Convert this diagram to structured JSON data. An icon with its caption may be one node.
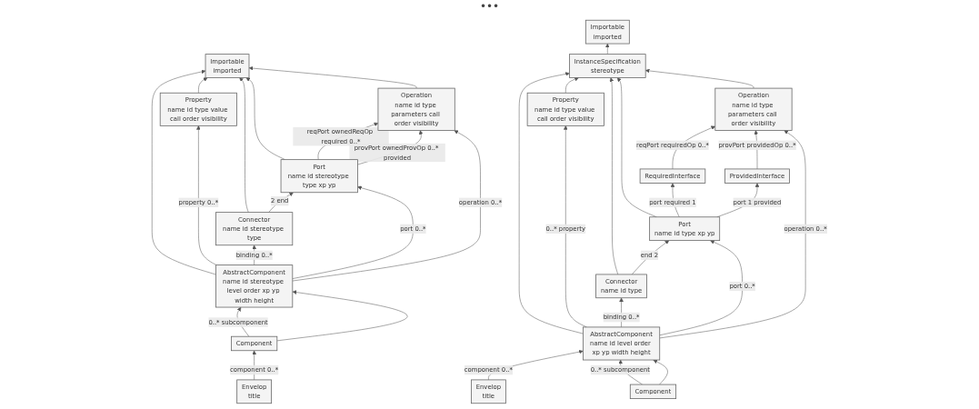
{
  "diagram": {
    "nodes": [
      {
        "text": [
          "Property",
          "name",
          "id",
          "type",
          "value",
          "call",
          "order",
          "visibility"
        ]
      },
      {
        "text": [
          "Importable",
          "imported"
        ]
      },
      {
        "text": [
          "Connector",
          "name",
          "id",
          "stereotype",
          "type"
        ]
      },
      {
        "text": [
          "AbstractComponent",
          "name",
          "id",
          "stereotype",
          "level",
          "order",
          "xp",
          "yp",
          "width",
          "height"
        ]
      },
      {
        "text": [
          "Port",
          "name",
          "id",
          "stereotype",
          "type",
          "xp",
          "yp"
        ]
      },
      {
        "text": [
          "Envelop",
          "title"
        ]
      },
      {
        "text": [
          "Component"
        ]
      },
      {
        "text": [
          "Operation",
          "name",
          "id",
          "type",
          "parameters",
          "call",
          "order",
          "visibility"
        ]
      },
      {
        "text": [
          "Importable",
          "imported"
        ]
      },
      {
        "text": [
          "Property",
          "name",
          "id",
          "type",
          "value",
          "call",
          "order",
          "visibility"
        ]
      },
      {
        "text": [
          "InstanceSpecification",
          "stereotype"
        ]
      },
      {
        "text": [
          "AbstractComponent",
          "name",
          "id",
          "level",
          "order",
          "xp",
          "yp",
          "width",
          "height"
        ]
      },
      {
        "text": [
          "Connector",
          "name",
          "id",
          "type"
        ]
      },
      {
        "text": [
          "Port",
          "name",
          "id",
          "type",
          "xp",
          "yp"
        ]
      },
      {
        "text": [
          "RequiredInterface"
        ]
      },
      {
        "text": [
          "ProvidedInterface"
        ]
      },
      {
        "text": [
          "Envelop",
          "title"
        ]
      },
      {
        "text": [
          "Component"
        ]
      },
      {
        "text": [
          "Operation",
          "name",
          "id",
          "type",
          "parameters",
          "call",
          "order",
          "visibility"
        ]
      }
    ],
    "edges": [
      {
        "from": 0,
        "to": 1,
        "arrow": "to"
      },
      {
        "from": 3,
        "to": 1,
        "arrow": "to"
      },
      {
        "from": 2,
        "to": 1,
        "arrow": "to"
      },
      {
        "from": 4,
        "to": 1,
        "arrow": "to"
      },
      {
        "from": 7,
        "to": 1,
        "arrow": "to"
      },
      {
        "from": 3,
        "to": 0,
        "arrow": "to",
        "label": "property 0..*"
      },
      {
        "from": 3,
        "to": 2,
        "arrow": "to",
        "label": "binding 0..*"
      },
      {
        "from": 3,
        "to": 4,
        "arrow": "to",
        "label": "port 0..*"
      },
      {
        "from": 3,
        "to": 7,
        "arrow": "to",
        "label": "operation 0..*"
      },
      {
        "from": 2,
        "to": 4,
        "arrow": "to",
        "label": "2 end"
      },
      {
        "from": 4,
        "to": 7,
        "arrow": "to",
        "label": "reqPort ownedReqOp required 0..*"
      },
      {
        "from": 4,
        "to": 7,
        "arrow": "to",
        "label": "provPort ownedProvOp 0..* provided"
      },
      {
        "from": 5,
        "to": 6,
        "arrow": "to",
        "label": "component 0..*"
      },
      {
        "from": 6,
        "to": 3,
        "arrow": "to",
        "label": "0..* subcomponent"
      },
      {
        "from": 6,
        "to": 3,
        "arrow": "to"
      },
      {
        "from": 10,
        "to": 8,
        "arrow": "to"
      },
      {
        "from": 9,
        "to": 10,
        "arrow": "to"
      },
      {
        "from": 11,
        "to": 10,
        "arrow": "to"
      },
      {
        "from": 12,
        "to": 10,
        "arrow": "to"
      },
      {
        "from": 13,
        "to": 10,
        "arrow": "to"
      },
      {
        "from": 18,
        "to": 10,
        "arrow": "to"
      },
      {
        "from": 11,
        "to": 9,
        "arrow": "to",
        "label": "0..* property"
      },
      {
        "from": 11,
        "to": 12,
        "arrow": "to",
        "label": "binding 0..*"
      },
      {
        "from": 12,
        "to": 13,
        "arrow": "to",
        "label": "end 2"
      },
      {
        "from": 11,
        "to": 13,
        "arrow": "to",
        "label": "port 0..*"
      },
      {
        "from": 13,
        "to": 14,
        "arrow": "to",
        "label": "port required 1"
      },
      {
        "from": 13,
        "to": 15,
        "arrow": "to",
        "label": "port 1 provided"
      },
      {
        "from": 14,
        "to": 18,
        "arrow": "to",
        "label": "reqPort requiredOp 0..*"
      },
      {
        "from": 15,
        "to": 18,
        "arrow": "to",
        "label": "provPort providedOp 0..*"
      },
      {
        "from": 16,
        "to": 11,
        "arrow": "to",
        "label": "component 0..*"
      },
      {
        "from": 17,
        "to": 11,
        "arrow": "to",
        "label": "0..* subcomponent"
      },
      {
        "from": 17,
        "to": 11,
        "arrow": "to"
      },
      {
        "from": 11,
        "to": 18,
        "arrow": "to",
        "label": "operation 0..*"
      }
    ],
    "labels": [
      "•••"
    ]
  }
}
